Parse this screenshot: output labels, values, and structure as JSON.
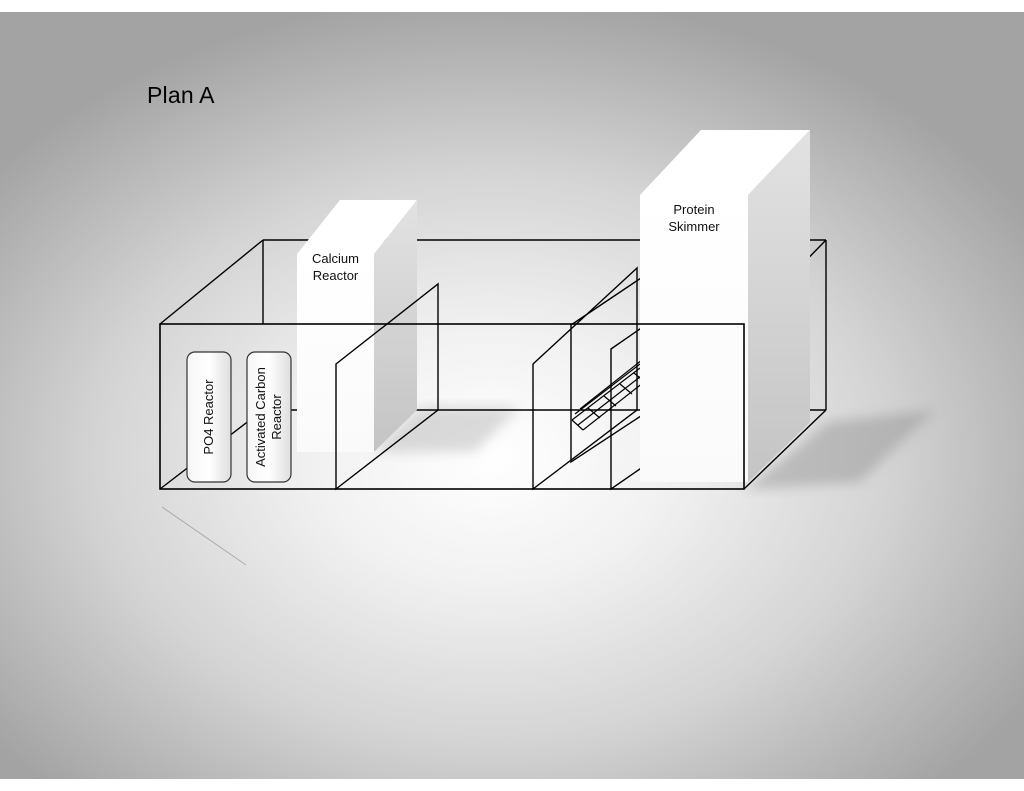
{
  "title": "Plan A",
  "labels": {
    "calcium_reactor": "Calcium\nReactor",
    "protein_skimmer": "Protein\nSkimmer",
    "po4_reactor": "PO4 Reactor",
    "carbon_reactor": "Activated Carbon\nReactor"
  }
}
